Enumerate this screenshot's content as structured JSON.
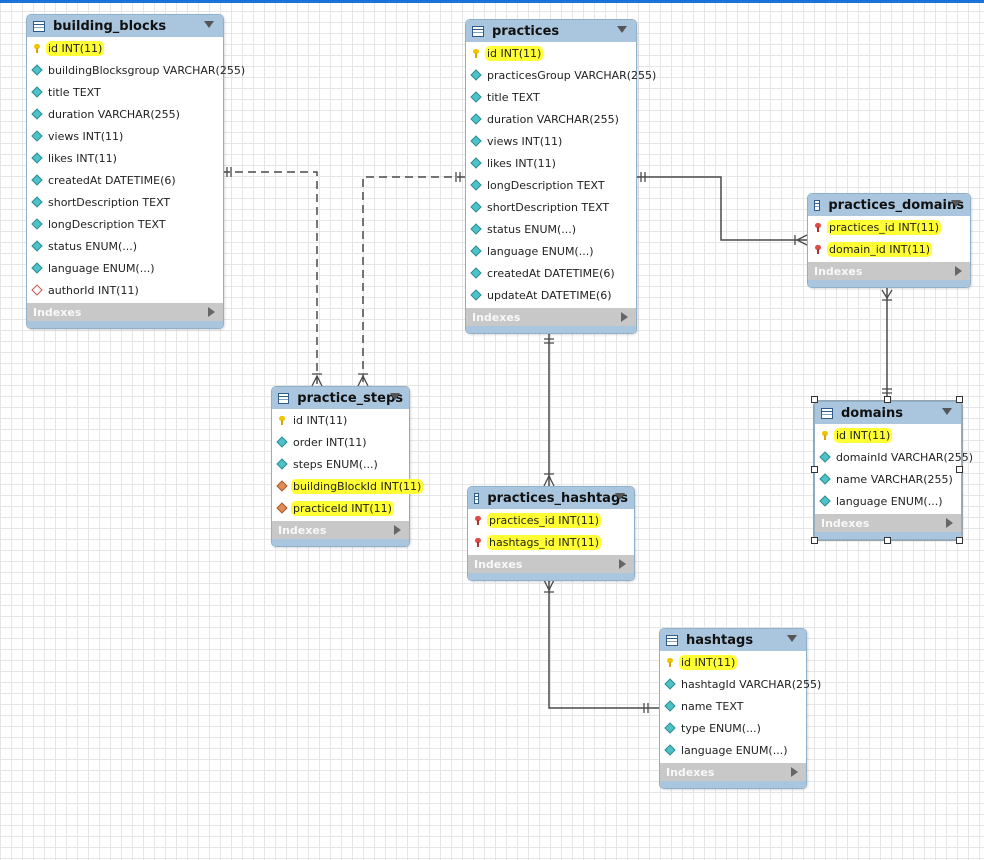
{
  "tables": {
    "building_blocks": {
      "name": "building_blocks",
      "columns": [
        {
          "label": "id INT(11)",
          "icon": "pk-key-icon"
        },
        {
          "label": "buildingBlocksgroup VARCHAR(255)",
          "icon": "column-diamond-icon"
        },
        {
          "label": "title TEXT",
          "icon": "column-diamond-icon"
        },
        {
          "label": "duration VARCHAR(255)",
          "icon": "column-diamond-icon"
        },
        {
          "label": "views INT(11)",
          "icon": "column-diamond-icon"
        },
        {
          "label": "likes INT(11)",
          "icon": "column-diamond-icon"
        },
        {
          "label": "createdAt DATETIME(6)",
          "icon": "column-diamond-icon"
        },
        {
          "label": "shortDescription TEXT",
          "icon": "column-diamond-icon"
        },
        {
          "label": "longDescription TEXT",
          "icon": "column-diamond-icon"
        },
        {
          "label": "status ENUM(...)",
          "icon": "column-diamond-icon"
        },
        {
          "label": "language ENUM(...)",
          "icon": "column-diamond-icon"
        },
        {
          "label": "authorId INT(11)",
          "icon": "nullable-diamond-icon"
        }
      ],
      "indexes": "Indexes"
    },
    "practices": {
      "name": "practices",
      "columns": [
        {
          "label": "id INT(11)",
          "icon": "pk-key-icon"
        },
        {
          "label": "practicesGroup VARCHAR(255)",
          "icon": "column-diamond-icon"
        },
        {
          "label": "title TEXT",
          "icon": "column-diamond-icon"
        },
        {
          "label": "duration VARCHAR(255)",
          "icon": "column-diamond-icon"
        },
        {
          "label": "views INT(11)",
          "icon": "column-diamond-icon"
        },
        {
          "label": "likes INT(11)",
          "icon": "column-diamond-icon"
        },
        {
          "label": "longDescription TEXT",
          "icon": "column-diamond-icon"
        },
        {
          "label": "shortDescription TEXT",
          "icon": "column-diamond-icon"
        },
        {
          "label": "status ENUM(...)",
          "icon": "column-diamond-icon"
        },
        {
          "label": "language ENUM(...)",
          "icon": "column-diamond-icon"
        },
        {
          "label": "createdAt DATETIME(6)",
          "icon": "column-diamond-icon"
        },
        {
          "label": "updateAt DATETIME(6)",
          "icon": "column-diamond-icon"
        }
      ],
      "indexes": "Indexes"
    },
    "practices_domains": {
      "name": "practices_domains",
      "columns": [
        {
          "label": "practices_id INT(11)",
          "icon": "pk-fk-key-icon"
        },
        {
          "label": "domain_id INT(11)",
          "icon": "pk-fk-key-icon"
        }
      ],
      "indexes": "Indexes"
    },
    "practice_steps": {
      "name": "practice_steps",
      "columns": [
        {
          "label": "id INT(11)",
          "icon": "pk-key-icon"
        },
        {
          "label": "order INT(11)",
          "icon": "column-diamond-icon"
        },
        {
          "label": "steps ENUM(...)",
          "icon": "column-diamond-icon"
        },
        {
          "label": "buildingBlockId INT(11)",
          "icon": "fk-diamond-icon"
        },
        {
          "label": "practiceId INT(11)",
          "icon": "fk-diamond-icon"
        }
      ],
      "indexes": "Indexes"
    },
    "domains": {
      "name": "domains",
      "columns": [
        {
          "label": "id INT(11)",
          "icon": "pk-key-icon"
        },
        {
          "label": "domainId VARCHAR(255)",
          "icon": "column-diamond-icon"
        },
        {
          "label": "name VARCHAR(255)",
          "icon": "column-diamond-icon"
        },
        {
          "label": "language ENUM(...)",
          "icon": "column-diamond-icon"
        }
      ],
      "indexes": "Indexes"
    },
    "practices_hashtags": {
      "name": "practices_hashtags",
      "columns": [
        {
          "label": "practices_id INT(11)",
          "icon": "pk-fk-key-icon"
        },
        {
          "label": "hashtags_id INT(11)",
          "icon": "pk-fk-key-icon"
        }
      ],
      "indexes": "Indexes"
    },
    "hashtags": {
      "name": "hashtags",
      "columns": [
        {
          "label": "id INT(11)",
          "icon": "pk-key-icon"
        },
        {
          "label": "hashtagId VARCHAR(255)",
          "icon": "column-diamond-icon"
        },
        {
          "label": "name TEXT",
          "icon": "column-diamond-icon"
        },
        {
          "label": "type ENUM(...)",
          "icon": "column-diamond-icon"
        },
        {
          "label": "language ENUM(...)",
          "icon": "column-diamond-icon"
        }
      ],
      "indexes": "Indexes"
    }
  },
  "relationships": [
    {
      "from": "building_blocks",
      "to": "practice_steps",
      "style": "dashed",
      "ends": "one-to-many"
    },
    {
      "from": "practices",
      "to": "practice_steps",
      "style": "dashed",
      "ends": "one-to-many"
    },
    {
      "from": "practices",
      "to": "practices_domains",
      "style": "solid",
      "ends": "one-to-many"
    },
    {
      "from": "domains",
      "to": "practices_domains",
      "style": "solid",
      "ends": "one-to-many"
    },
    {
      "from": "practices",
      "to": "practices_hashtags",
      "style": "solid",
      "ends": "one-to-many"
    },
    {
      "from": "hashtags",
      "to": "practices_hashtags",
      "style": "solid",
      "ends": "one-to-many"
    }
  ],
  "selected_table": "domains",
  "colors": {
    "header": "#a9c6de",
    "highlight": "#ffff33",
    "indexes_bar": "#c8c8c8",
    "accent_top": "#1a73d9"
  }
}
